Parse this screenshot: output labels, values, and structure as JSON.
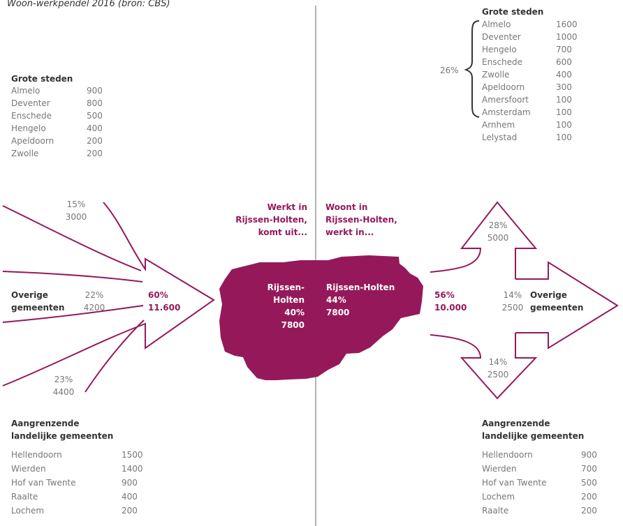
{
  "caption": "Woon-werkpendel 2016 (bron: CBS)",
  "colors": {
    "accent": "#95195a",
    "divider": "#999999"
  },
  "left": {
    "cities_title": "Grote steden",
    "cities": [
      {
        "name": "Almelo",
        "value": "900"
      },
      {
        "name": "Deventer",
        "value": "800"
      },
      {
        "name": "Enschede",
        "value": "500"
      },
      {
        "name": "Hengelo",
        "value": "400"
      },
      {
        "name": "Apeldoorn",
        "value": "200"
      },
      {
        "name": "Zwolle",
        "value": "200"
      }
    ],
    "flow_top": {
      "pct": "15%",
      "num": "3000"
    },
    "flow_mid": {
      "label_1": "Overige",
      "label_2": "gemeenten",
      "pct": "22%",
      "num": "4200"
    },
    "flow_bottom": {
      "pct": "23%",
      "num": "4400"
    },
    "total": {
      "pct": "60%",
      "num": "11.600"
    },
    "heading": [
      "Werkt in",
      "Rijssen-Holten,",
      "komt uit..."
    ],
    "neigh_title": [
      "Aangrenzende",
      "landelijke gemeenten"
    ],
    "neighbours": [
      {
        "name": "Hellendoorn",
        "value": "1500"
      },
      {
        "name": "Wierden",
        "value": "1400"
      },
      {
        "name": "Hof van Twente",
        "value": "900"
      },
      {
        "name": "Raalte",
        "value": "400"
      },
      {
        "name": "Lochem",
        "value": "200"
      }
    ]
  },
  "center": {
    "left_text": [
      "Rijssen-",
      "Holten",
      "40%",
      "7800"
    ],
    "right_text": [
      "Rijssen-Holten",
      "44%",
      "7800"
    ]
  },
  "right": {
    "cities_title": "Grote steden",
    "bracket_pct": "26%",
    "cities": [
      {
        "name": "Almelo",
        "value": "1600"
      },
      {
        "name": "Deventer",
        "value": "1000"
      },
      {
        "name": "Hengelo",
        "value": "700"
      },
      {
        "name": "Enschede",
        "value": "600"
      },
      {
        "name": "Zwolle",
        "value": "400"
      },
      {
        "name": "Apeldoorn",
        "value": "300"
      },
      {
        "name": "Amersfoort",
        "value": "100"
      },
      {
        "name": "Amsterdam",
        "value": "100"
      },
      {
        "name": "Arnhem",
        "value": "100"
      },
      {
        "name": "Lelystad",
        "value": "100"
      }
    ],
    "heading": [
      "Woont in",
      "Rijssen-Holten,",
      "werkt in..."
    ],
    "total": {
      "pct": "56%",
      "num": "10.000"
    },
    "flow_up": {
      "pct": "28%",
      "num": "5000"
    },
    "flow_right": {
      "pct": "14%",
      "num": "2500",
      "label_1": "Overige",
      "label_2": "gemeenten"
    },
    "flow_down": {
      "pct": "14%",
      "num": "2500"
    },
    "neigh_title": [
      "Aangrenzende",
      "landelijke gemeenten"
    ],
    "neighbours": [
      {
        "name": "Hellendoorn",
        "value": "900"
      },
      {
        "name": "Wierden",
        "value": "700"
      },
      {
        "name": "Hof van Twente",
        "value": "500"
      },
      {
        "name": "Lochem",
        "value": "200"
      },
      {
        "name": "Raalte",
        "value": "200"
      }
    ]
  }
}
